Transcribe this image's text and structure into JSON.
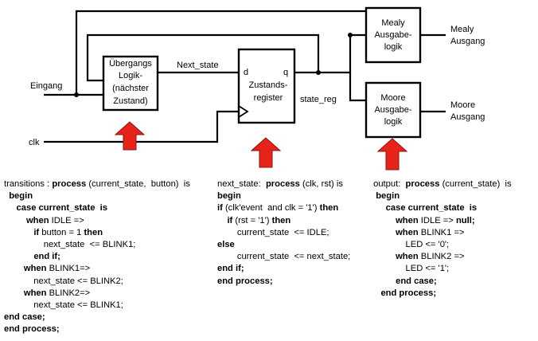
{
  "diagram": {
    "blocks": {
      "transition_logic": [
        "Übergangs",
        "Logik-",
        "(nächster",
        "Zustand)"
      ],
      "state_register": [
        "Zustands-",
        "register"
      ],
      "mealy_logic": [
        "Mealy",
        "Ausgabe-",
        "logik"
      ],
      "moore_logic": [
        "Moore",
        "Ausgabe-",
        "logik"
      ]
    },
    "register_ports": {
      "d": "d",
      "q": "q"
    },
    "signals": {
      "input": "Eingang",
      "clock": "clk",
      "next_state": "Next_state",
      "state_reg": "state_reg"
    },
    "outputs": {
      "mealy": [
        "Mealy",
        "Ausgang"
      ],
      "moore": [
        "Moore",
        "Ausgang"
      ]
    },
    "arrow_color": "#e8231a",
    "line_color": "#000000"
  },
  "code": {
    "transitions": [
      [
        {
          "t": "transitions : "
        },
        {
          "t": "process",
          "b": true
        },
        {
          "t": " (current_state,  button)  is"
        }
      ],
      [
        {
          "t": "  "
        },
        {
          "t": "begin",
          "b": true
        }
      ],
      [
        {
          "t": "     "
        },
        {
          "t": "case current_state  is",
          "b": true
        }
      ],
      [
        {
          "t": "         "
        },
        {
          "t": "when",
          "b": true
        },
        {
          "t": " IDLE =>"
        }
      ],
      [
        {
          "t": "            "
        },
        {
          "t": "if",
          "b": true
        },
        {
          "t": " button = 1 "
        },
        {
          "t": "then",
          "b": true
        }
      ],
      [
        {
          "t": "                next_state  <= BLINK1;"
        }
      ],
      [
        {
          "t": "            "
        },
        {
          "t": "end if;",
          "b": true
        }
      ],
      [
        {
          "t": "        "
        },
        {
          "t": "when",
          "b": true
        },
        {
          "t": " BLINK1=>"
        }
      ],
      [
        {
          "t": "            next_state <= BLINK2;"
        }
      ],
      [
        {
          "t": "        "
        },
        {
          "t": "when",
          "b": true
        },
        {
          "t": " BLINK2=>"
        }
      ],
      [
        {
          "t": "            next_state <= BLINK1;"
        }
      ],
      [
        {
          "t": "end case;",
          "b": true
        }
      ],
      [
        {
          "t": "end process;",
          "b": true
        }
      ]
    ],
    "next_state": [
      [
        {
          "t": "next_state:  "
        },
        {
          "t": "process",
          "b": true
        },
        {
          "t": " (clk, rst) is"
        }
      ],
      [
        {
          "t": "begin",
          "b": true
        }
      ],
      [
        {
          "t": "if",
          "b": true
        },
        {
          "t": " (clk'event  and clk = '1') "
        },
        {
          "t": "then",
          "b": true
        }
      ],
      [
        {
          "t": "    "
        },
        {
          "t": "if",
          "b": true
        },
        {
          "t": " (rst = '1') "
        },
        {
          "t": "then",
          "b": true
        }
      ],
      [
        {
          "t": "        current_state  <= IDLE;"
        }
      ],
      [
        {
          "t": "else",
          "b": true
        }
      ],
      [
        {
          "t": "        current_state  <= next_state;"
        }
      ],
      [
        {
          "t": "end if;",
          "b": true
        }
      ],
      [
        {
          "t": "end process;",
          "b": true
        }
      ]
    ],
    "output": [
      [
        {
          "t": " output:  "
        },
        {
          "t": "process",
          "b": true
        },
        {
          "t": " (current_state)  is"
        }
      ],
      [
        {
          "t": "  "
        },
        {
          "t": "begin",
          "b": true
        }
      ],
      [
        {
          "t": "      "
        },
        {
          "t": "case current_state  is",
          "b": true
        }
      ],
      [
        {
          "t": "          "
        },
        {
          "t": "when",
          "b": true
        },
        {
          "t": " IDLE => "
        },
        {
          "t": "null;",
          "b": true
        }
      ],
      [
        {
          "t": "          "
        },
        {
          "t": "when",
          "b": true
        },
        {
          "t": " BLINK1 =>"
        }
      ],
      [
        {
          "t": "              LED <= '0';"
        }
      ],
      [
        {
          "t": "          "
        },
        {
          "t": "when",
          "b": true
        },
        {
          "t": " BLINK2 =>"
        }
      ],
      [
        {
          "t": "              LED <= '1';"
        }
      ],
      [
        {
          "t": "          "
        },
        {
          "t": "end case;",
          "b": true
        }
      ],
      [
        {
          "t": "    "
        },
        {
          "t": "end process;",
          "b": true
        }
      ]
    ]
  }
}
